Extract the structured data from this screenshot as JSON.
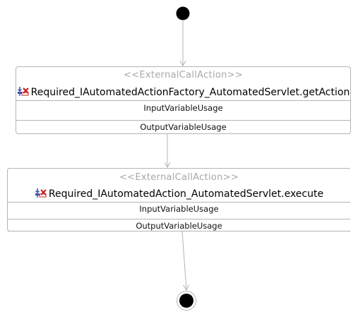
{
  "diagram": {
    "colors": {
      "edge": "#b4b4b4",
      "stereotype_text": "#a8a8a8",
      "node_fill": "#000000",
      "icon_blue": "#3a4fb0",
      "icon_red": "#c8201e"
    },
    "actions": [
      {
        "stereotype": "<<ExternalCallAction>>",
        "title": "Required_IAutomatedActionFactory_AutomatedServlet.getAction",
        "icon": "external-call-icon",
        "compartments": [
          "InputVariableUsage",
          "OutputVariableUsage"
        ]
      },
      {
        "stereotype": "<<ExternalCallAction>>",
        "title": "Required_IAutomatedAction_AutomatedServlet.execute",
        "icon": "external-call-icon",
        "compartments": [
          "InputVariableUsage",
          "OutputVariableUsage"
        ]
      }
    ]
  }
}
